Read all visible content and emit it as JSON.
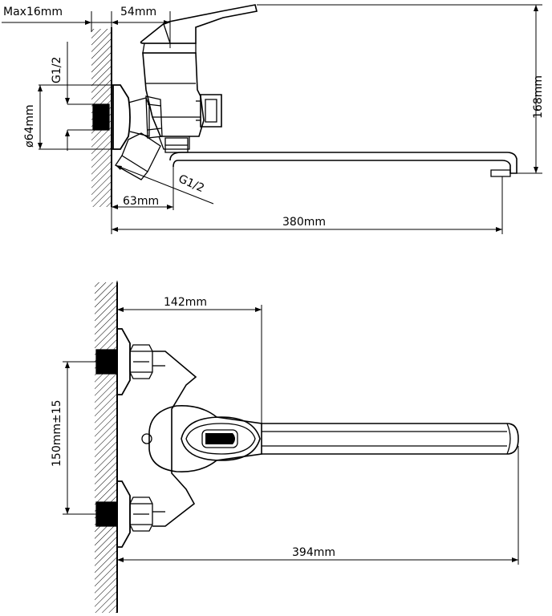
{
  "top_view": {
    "max_wall": "Max16mm",
    "spacing_54": "54mm",
    "height_168": "168mm",
    "thread_top": "G1/2",
    "flange_diameter": "ø64mm",
    "thread_bottom": "G1/2",
    "depth_63": "63mm",
    "reach_380": "380mm"
  },
  "plan_view": {
    "reach_142": "142mm",
    "centers_150": "150mm±15",
    "reach_394": "394mm"
  }
}
